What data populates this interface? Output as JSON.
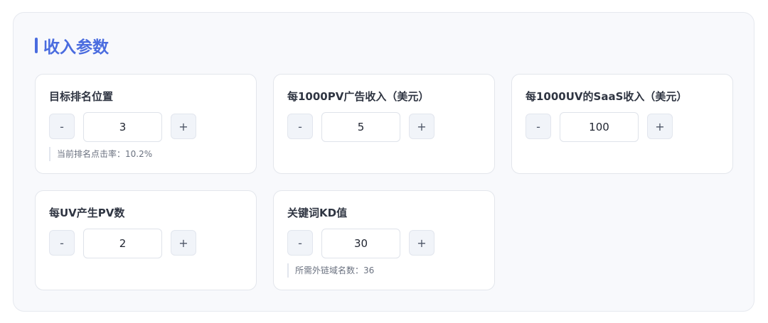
{
  "section": {
    "title": "收入参数"
  },
  "cards": [
    {
      "label": "目标排名位置",
      "value": "3",
      "minus": "-",
      "plus": "+",
      "hint": "当前排名点击率：10.2%"
    },
    {
      "label": "每1000PV广告收入（美元）",
      "value": "5",
      "minus": "-",
      "plus": "+"
    },
    {
      "label": "每1000UV的SaaS收入（美元）",
      "value": "100",
      "minus": "-",
      "plus": "+"
    },
    {
      "label": "每UV产生PV数",
      "value": "2",
      "minus": "-",
      "plus": "+"
    },
    {
      "label": "关键词KD值",
      "value": "30",
      "minus": "-",
      "plus": "+",
      "hint": "所需外链域名数：36"
    }
  ],
  "colors": {
    "accent": "#4a6cdf",
    "panel_bg": "#f8f9fc",
    "card_bg": "#ffffff",
    "button_bg": "#f1f4f9"
  }
}
